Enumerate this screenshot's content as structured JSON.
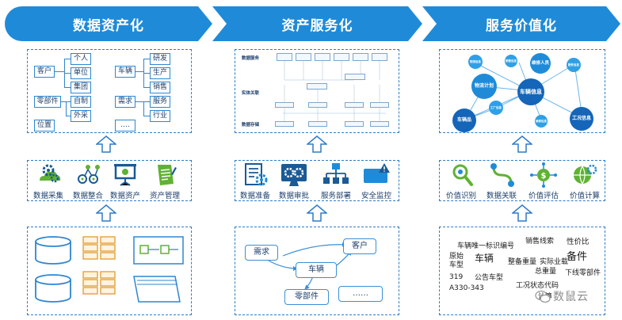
{
  "stages": [
    "数据资产化",
    "资产服务化",
    "服务价值化"
  ],
  "col1": {
    "tree": {
      "groups": [
        "客户",
        "车辆",
        "零部件",
        "需求",
        "位置"
      ],
      "customer_leaves": [
        "个人",
        "单位",
        "集团"
      ],
      "vehicle_leaves": [
        "研发",
        "生产",
        "销售"
      ],
      "part_leaves": [
        "自制",
        "外采"
      ],
      "demand_leaves": [
        "服务",
        "行业"
      ],
      "ellipsis": "...."
    },
    "icons": [
      {
        "label": "数据采集",
        "icon": "gears-cloud-icon"
      },
      {
        "label": "数据整合",
        "icon": "network-nodes-icon"
      },
      {
        "label": "数据资产",
        "icon": "presentation-board-icon"
      },
      {
        "label": "资产管理",
        "icon": "document-edit-icon"
      }
    ]
  },
  "col2": {
    "flow_rows": [
      "数据服务",
      "实体关联",
      "数据存储"
    ],
    "icons": [
      {
        "label": "数据准备",
        "icon": "data-prep-icon"
      },
      {
        "label": "数据审批",
        "icon": "monitor-gears-icon"
      },
      {
        "label": "服务部署",
        "icon": "org-tree-icon"
      },
      {
        "label": "安全监控",
        "icon": "security-alert-icon"
      }
    ],
    "graph": {
      "nodes": [
        "需求",
        "客户",
        "车辆",
        "零部件"
      ],
      "ellipsis": "……"
    }
  },
  "col3": {
    "bubbles": [
      "车辆信息",
      "物流计划",
      "维修人员",
      "工况信息",
      "车辆品",
      "物流信息",
      "配件信息",
      "工厂信息",
      "维修信息",
      "销售信息"
    ],
    "icons": [
      {
        "label": "价值识别",
        "icon": "magnifier-icon"
      },
      {
        "label": "数据关联",
        "icon": "link-path-icon"
      },
      {
        "label": "价值评估",
        "icon": "value-nodes-icon"
      },
      {
        "label": "价值计算",
        "icon": "globe-gear-icon"
      }
    ],
    "words": [
      "车辆唯一标识编号",
      "销售线索",
      "性价比",
      "原始车型",
      "车辆",
      "整备重量",
      "实际业载",
      "备件",
      "319",
      "公告车型",
      "总重量",
      "下线零部件",
      "A330-343",
      "工况状态代码",
      "计算"
    ]
  },
  "watermark": "数鼠云",
  "colors": {
    "accent": "#1f8bd8",
    "dashed": "#2e7cc6",
    "icon_blue": "#1a5a96",
    "icon_green": "#5fb233"
  }
}
